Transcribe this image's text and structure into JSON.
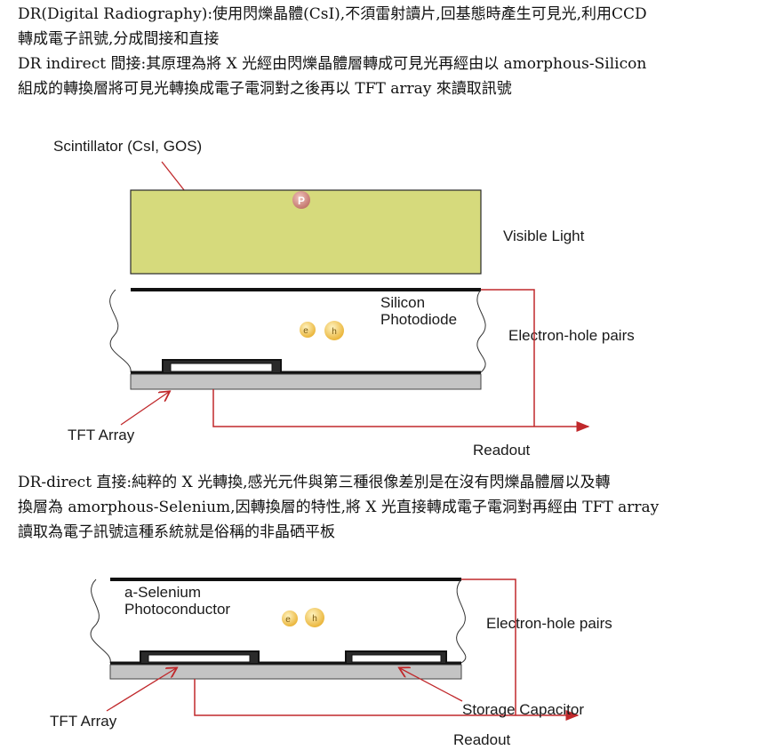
{
  "intro": {
    "line1": "DR(Digital Radiography):使用閃爍晶體(CsI),不須雷射讀片,回基態時產生可見光,利用CCD",
    "line2": "轉成電子訊號,分成間接和直接",
    "line3": "DR indirect 間接:其原理為將 X 光經由閃爍晶體層轉成可見光再經由以 amorphous-Silicon",
    "line4": "組成的轉換層將可見光轉換成電子電洞對之後再以 TFT array 來讀取訊號"
  },
  "diagram_indirect": {
    "scintillator_label": "Scintillator (CsI, GOS)",
    "photon_symbol": "P",
    "visible_light_label": "Visible Light",
    "photodiode_label_1": "Silicon",
    "photodiode_label_2": "Photodiode",
    "electron_symbol": "e",
    "hole_symbol": "h",
    "pairs_label": "Electron-hole pairs",
    "tft_label": "TFT Array",
    "readout_label": "Readout"
  },
  "direct": {
    "line1": "DR-direct 直接:純粹的 X 光轉換,感光元件與第三種很像差別是在沒有閃爍晶體層以及轉",
    "line2": "換層為 amorphous-Selenium,因轉換層的特性,將 X 光直接轉成電子電洞對再經由 TFT array",
    "line3": "讀取為電子訊號這種系統就是俗稱的非晶硒平板"
  },
  "diagram_direct": {
    "photoconductor_label_1": "a-Selenium",
    "photoconductor_label_2": "Photoconductor",
    "electron_symbol": "e",
    "hole_symbol": "h",
    "pairs_label": "Electron-hole pairs",
    "tft_label": "TFT Array",
    "capacitor_label": "Storage Capacitor",
    "readout_label": "Readout"
  },
  "colors": {
    "scintillator_fill": "#d6da7c",
    "substrate_fill": "#c4c4c4",
    "wire": "#c0282b",
    "particle": "#f3c54a"
  }
}
